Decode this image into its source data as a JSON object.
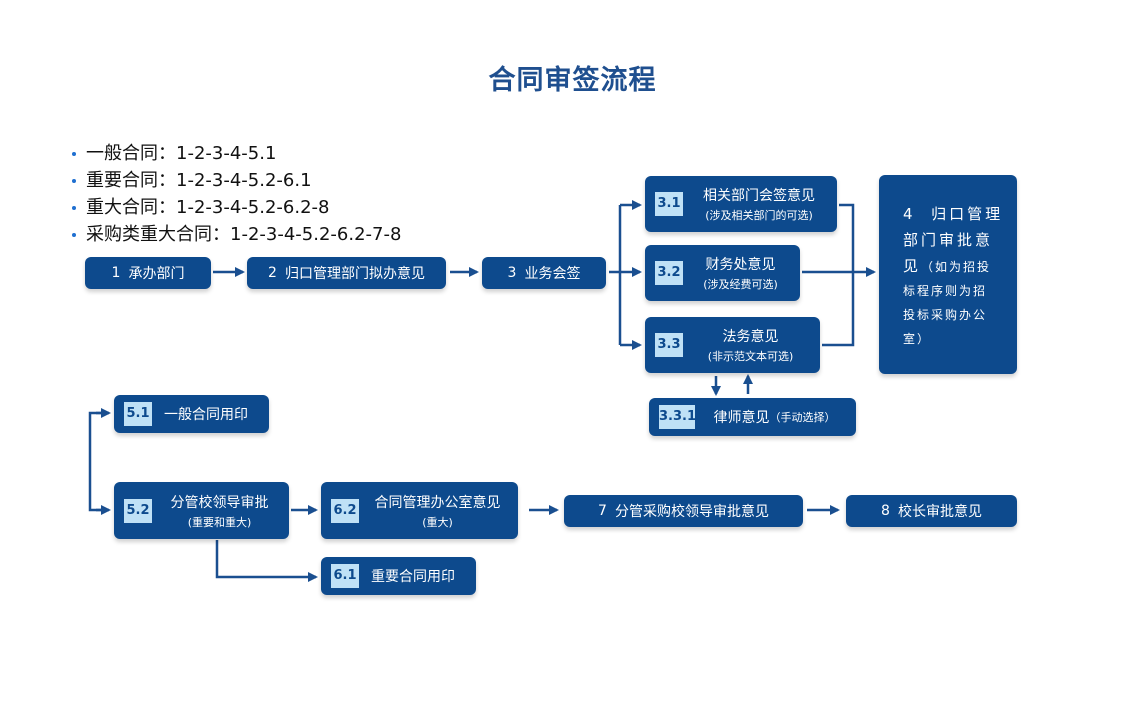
{
  "title": "合同审签流程",
  "rules": [
    "一般合同：1-2-3-4-5.1",
    "重要合同：1-2-3-4-5.2-6.1",
    "重大合同：1-2-3-4-5.2-6.2-8",
    "采购类重大合同：1-2-3-4-5.2-6.2-7-8"
  ],
  "nodes": {
    "n1": {
      "num": "1",
      "label": "承办部门"
    },
    "n2": {
      "num": "2",
      "label": "归口管理部门拟办意见"
    },
    "n3": {
      "num": "3",
      "label": "业务会签"
    },
    "n31": {
      "num": "3.1",
      "label": "相关部门会签意见",
      "sub": "(涉及相关部门的可选)"
    },
    "n32": {
      "num": "3.2",
      "label": "财务处意见",
      "sub": "(涉及经费可选)"
    },
    "n33": {
      "num": "3.3",
      "label": "法务意见",
      "sub": "(非示范文本可选)"
    },
    "n331": {
      "num": "3.3.1",
      "label": "律师意见",
      "sub": "（手动选择）"
    },
    "n4": {
      "num": "4",
      "label_a": "归口管理",
      "label_b": "部门审批意",
      "label_c": "见",
      "sub_a": "（如为招投",
      "sub_b": "标程序则为招",
      "sub_c": "投标采购办公",
      "sub_d": "室）"
    },
    "n51": {
      "num": "5.1",
      "label": "一般合同用印"
    },
    "n52": {
      "num": "5.2",
      "label": "分管校领导审批",
      "sub": "(重要和重大)"
    },
    "n62": {
      "num": "6.2",
      "label": "合同管理办公室意见",
      "sub": "(重大)"
    },
    "n61": {
      "num": "6.1",
      "label": "重要合同用印"
    },
    "n7": {
      "num": "7",
      "label": "分管采购校领导审批意见"
    },
    "n8": {
      "num": "8",
      "label": "校长审批意见"
    }
  },
  "colors": {
    "box": "#0d4a8d",
    "badge": "#bfe1f6",
    "title": "#1f4f8f",
    "arrow": "#1a4f90"
  }
}
